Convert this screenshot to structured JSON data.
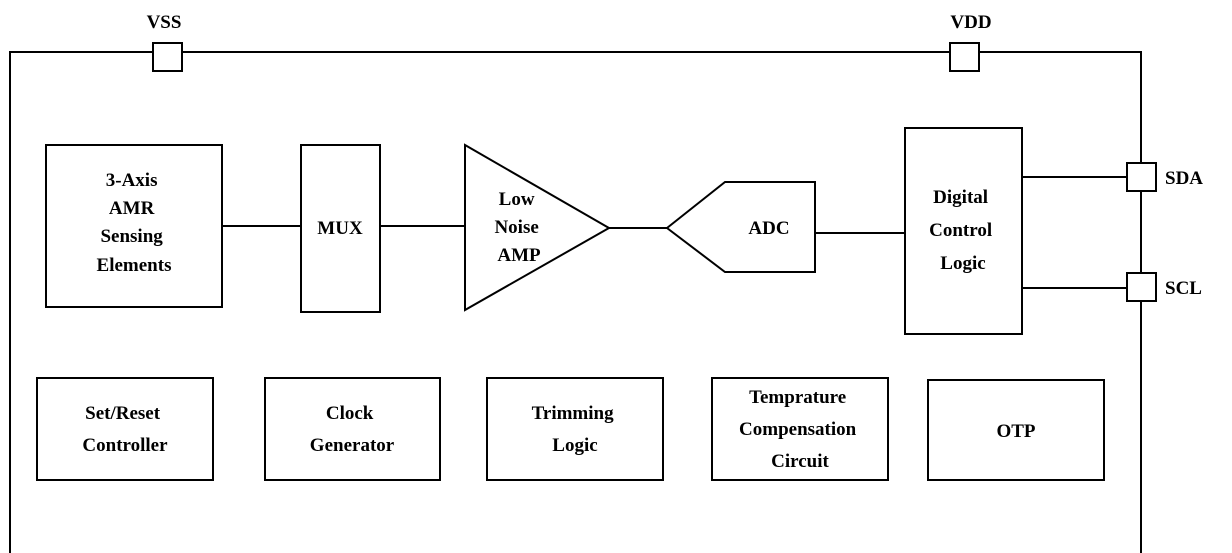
{
  "pins": {
    "vss": "VSS",
    "vdd": "VDD",
    "sda": "SDA",
    "scl": "SCL"
  },
  "blocks": {
    "sensing": [
      "3-Axis",
      "AMR",
      "Sensing",
      "Elements"
    ],
    "mux": [
      "MUX"
    ],
    "amp": [
      "Low",
      "Noise",
      "AMP"
    ],
    "adc": [
      "ADC"
    ],
    "digital": [
      "Digital",
      "Control",
      "Logic"
    ],
    "setreset": [
      "Set/Reset",
      "Controller"
    ],
    "clock": [
      "Clock",
      "Generator"
    ],
    "trimming": [
      "Trimming",
      "Logic"
    ],
    "temperature": [
      "Temprature",
      "Compensation",
      "Circuit"
    ],
    "otp": [
      "OTP"
    ]
  }
}
